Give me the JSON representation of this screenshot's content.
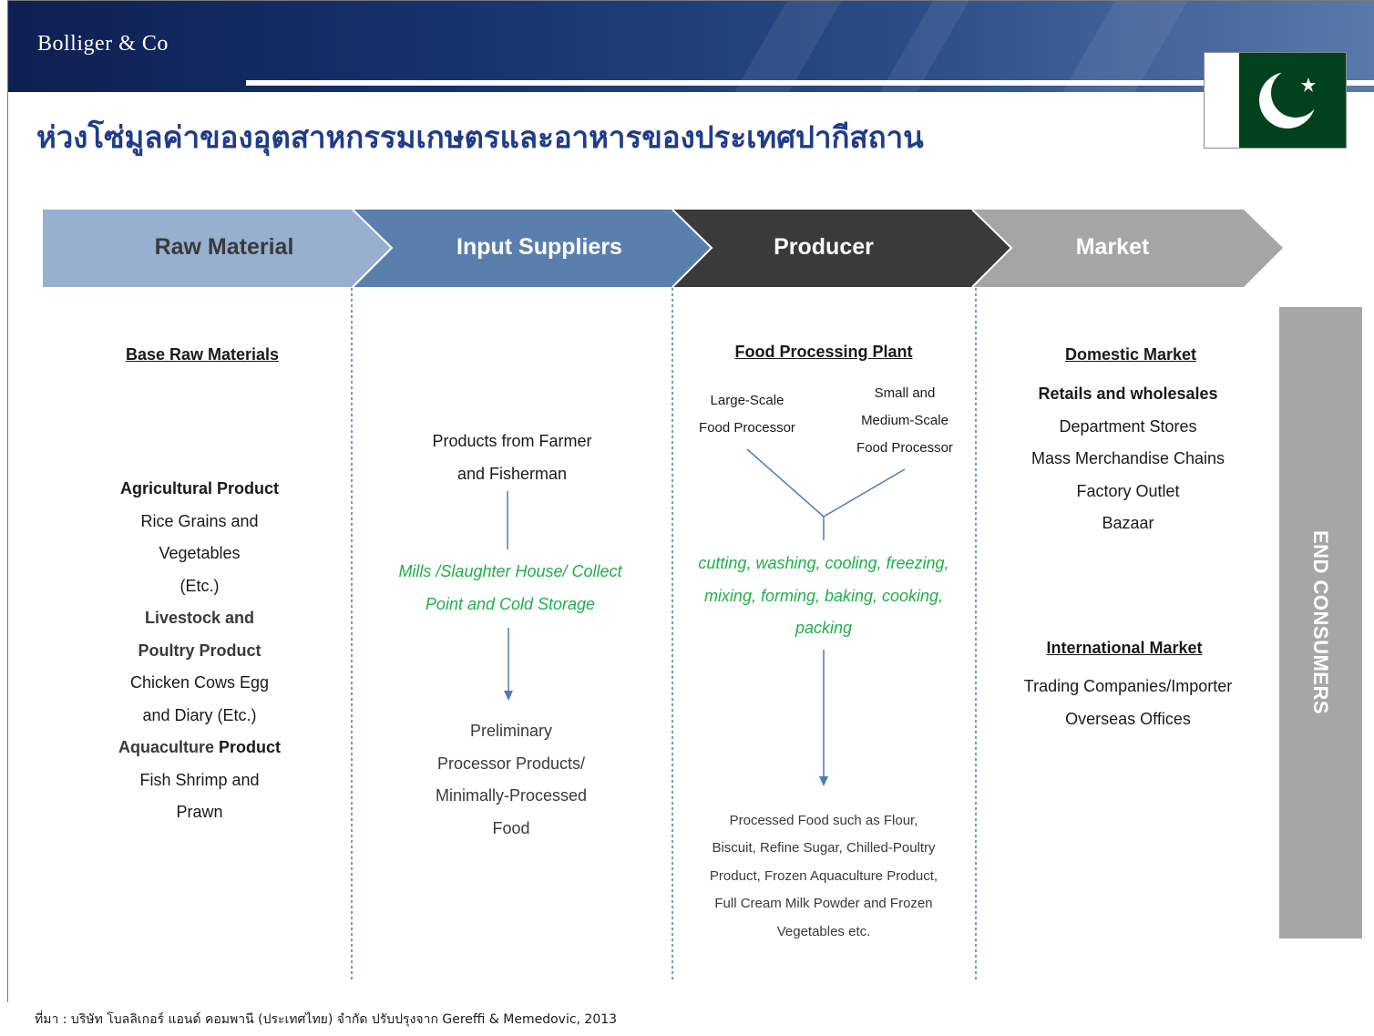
{
  "header": {
    "logo": "Bolliger & Co",
    "title": "ห่วงโซ่มูลค่าของอุตสาหกรรมเกษตรและอาหารของประเทศปากีสถาน"
  },
  "colors": {
    "raw_material": "#97b0d0",
    "input_suppliers": "#5a7fad",
    "producer": "#3a3a3a",
    "market": "#a5a5a5",
    "header_navy": "#17346f",
    "title_blue": "#1f3c8a",
    "process_green": "#1fae4b",
    "arrow_blue": "#4f7ab8",
    "flag_green": "#01411c"
  },
  "stages": [
    "Raw Material",
    "Input Suppliers",
    "Producer",
    "Market"
  ],
  "raw_material": {
    "heading": "Base Raw Materials",
    "agricultural_title": "Agricultural Product",
    "agricultural_line1": "Rice Grains and",
    "agricultural_line2": "Vegetables",
    "agricultural_line3": "(Etc.)",
    "livestock_title1": "Livestock and",
    "livestock_title2": "Poultry Product",
    "livestock_line1": "Chicken Cows Egg",
    "livestock_line2": "and Diary (Etc.)",
    "aquaculture_title1": "Aquaculture",
    "aquaculture_title2": "Product",
    "aquaculture_line1": "Fish Shrimp and",
    "aquaculture_line2": "Prawn"
  },
  "input_suppliers": {
    "source_line1": "Products from Farmer",
    "source_line2": "and Fisherman",
    "process_line1": "Mills /Slaughter House/ Collect",
    "process_line2": "Point and Cold Storage",
    "output_line1": "Preliminary",
    "output_line2": "Processor Products/",
    "output_line3": "Minimally-Processed",
    "output_line4": "Food"
  },
  "producer": {
    "heading": "Food Processing Plant",
    "large_line1": "Large-Scale",
    "large_line2": "Food Processor",
    "small_line1": "Small and",
    "small_line2": "Medium-Scale",
    "small_line3": "Food Processor",
    "process_line1": "cutting, washing, cooling, freezing,",
    "process_line2": "mixing, forming, baking, cooking,",
    "process_line3": "packing",
    "output_line1": "Processed Food such as Flour,",
    "output_line2": "Biscuit, Refine Sugar, Chilled-Poultry",
    "output_line3": "Product, Frozen Aquaculture Product,",
    "output_line4": "Full Cream Milk Powder and Frozen",
    "output_line5": "Vegetables  etc."
  },
  "market": {
    "domestic_heading": "Domestic Market",
    "retail_title": "Retails and wholesales",
    "domestic_items": [
      "Department Stores",
      "Mass Merchandise Chains",
      "Factory Outlet",
      "Bazaar"
    ],
    "international_heading": "International Market",
    "international_items": [
      "Trading Companies/Importer",
      "Overseas Offices"
    ]
  },
  "end_consumers": "END CONSUMERS",
  "source": "ที่มา : บริษัท โบลลิเกอร์ แอนด์ คอมพานี (ประเทศไทย) จำกัด ปรับปรุงจาก Gereffi & Memedovic, 2013"
}
